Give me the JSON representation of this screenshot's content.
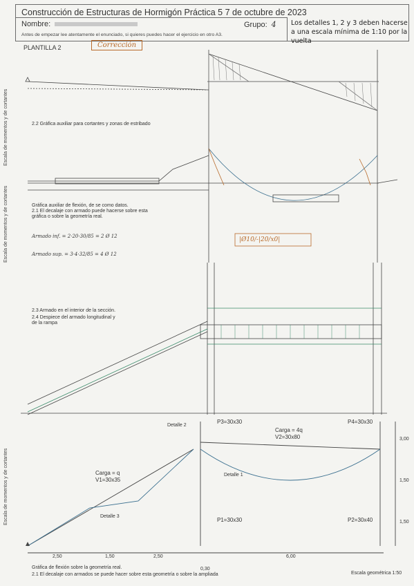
{
  "header": {
    "title": "Construcción de Estructuras de Hormigón Práctica 5    7 de octubre de 2023",
    "name_label": "Nombre:",
    "group_label": "Grupo:",
    "group_value": "4",
    "instructions": "Antes de empezar lee atentamente el enunciado, si quieres puedes hacer el ejercicio en otro A3.",
    "details_note": "Los detalles 1, 2 y 3 deben hacerse a una escala mínima de 1:10 por la vuelta"
  },
  "plantilla": {
    "label": "PLANTILLA 2",
    "correction": "Corrección"
  },
  "texts": {
    "section_22": "2.2 Gráfica auxiliar para cortantes y zonas de estribado",
    "moment_note": "Gráfica auxiliar de flexión, de se como datos.",
    "moment_note2": "2.1 El decalaje con armado puede hacerse sobre esta gráfica o sobre la geometría real.",
    "formula1": "Armado inf. = 2·20·30/85 = 2 Ø 12",
    "formula2": "Armado sup. = 3·4·32/85 = 4 Ø 12",
    "section_23": "2.3 Armado en el interior de la sección.",
    "section_24": "2.4 Despiece del armado longitudinal y de la rampa",
    "bottom_note1": "Gráfica de flexión sobre la geometría real.",
    "bottom_note2": "2.1 El decalaje con armados se puede hacer sobre esta geometría o sobre la ampliada",
    "scale": "Escala geométrica 1:50",
    "detalle1": "Detalle 1",
    "detalle2": "Detalle 2",
    "detalle3": "Detalle 3",
    "carga_left": "Carga = q",
    "v1": "V1=30x35",
    "carga_right": "Carga = 4q",
    "v2": "V2=30x80",
    "p1": "P1=30x30",
    "p2": "P2=30x40",
    "p3": "P3=30x30",
    "p4": "P4=30x30",
    "boxed_note": "|Ø10/-|20/x0|"
  },
  "dimensions": {
    "d1": "2,50",
    "d2": "1,50",
    "d3": "2,50",
    "d4": "6,00",
    "d5": "0,30",
    "h1": "3,00",
    "h2": "1,50",
    "h3": "1,50"
  },
  "side_labels": {
    "top": "Escala de momentos y de cortantes",
    "mid": "Escala de momentos y de cortantes",
    "bot": "Escala de momentos y de cortantes"
  },
  "colors": {
    "ink": "#333333",
    "orange": "#b86a2a",
    "blue": "#3a6f8f",
    "green": "#3a8a6a"
  }
}
